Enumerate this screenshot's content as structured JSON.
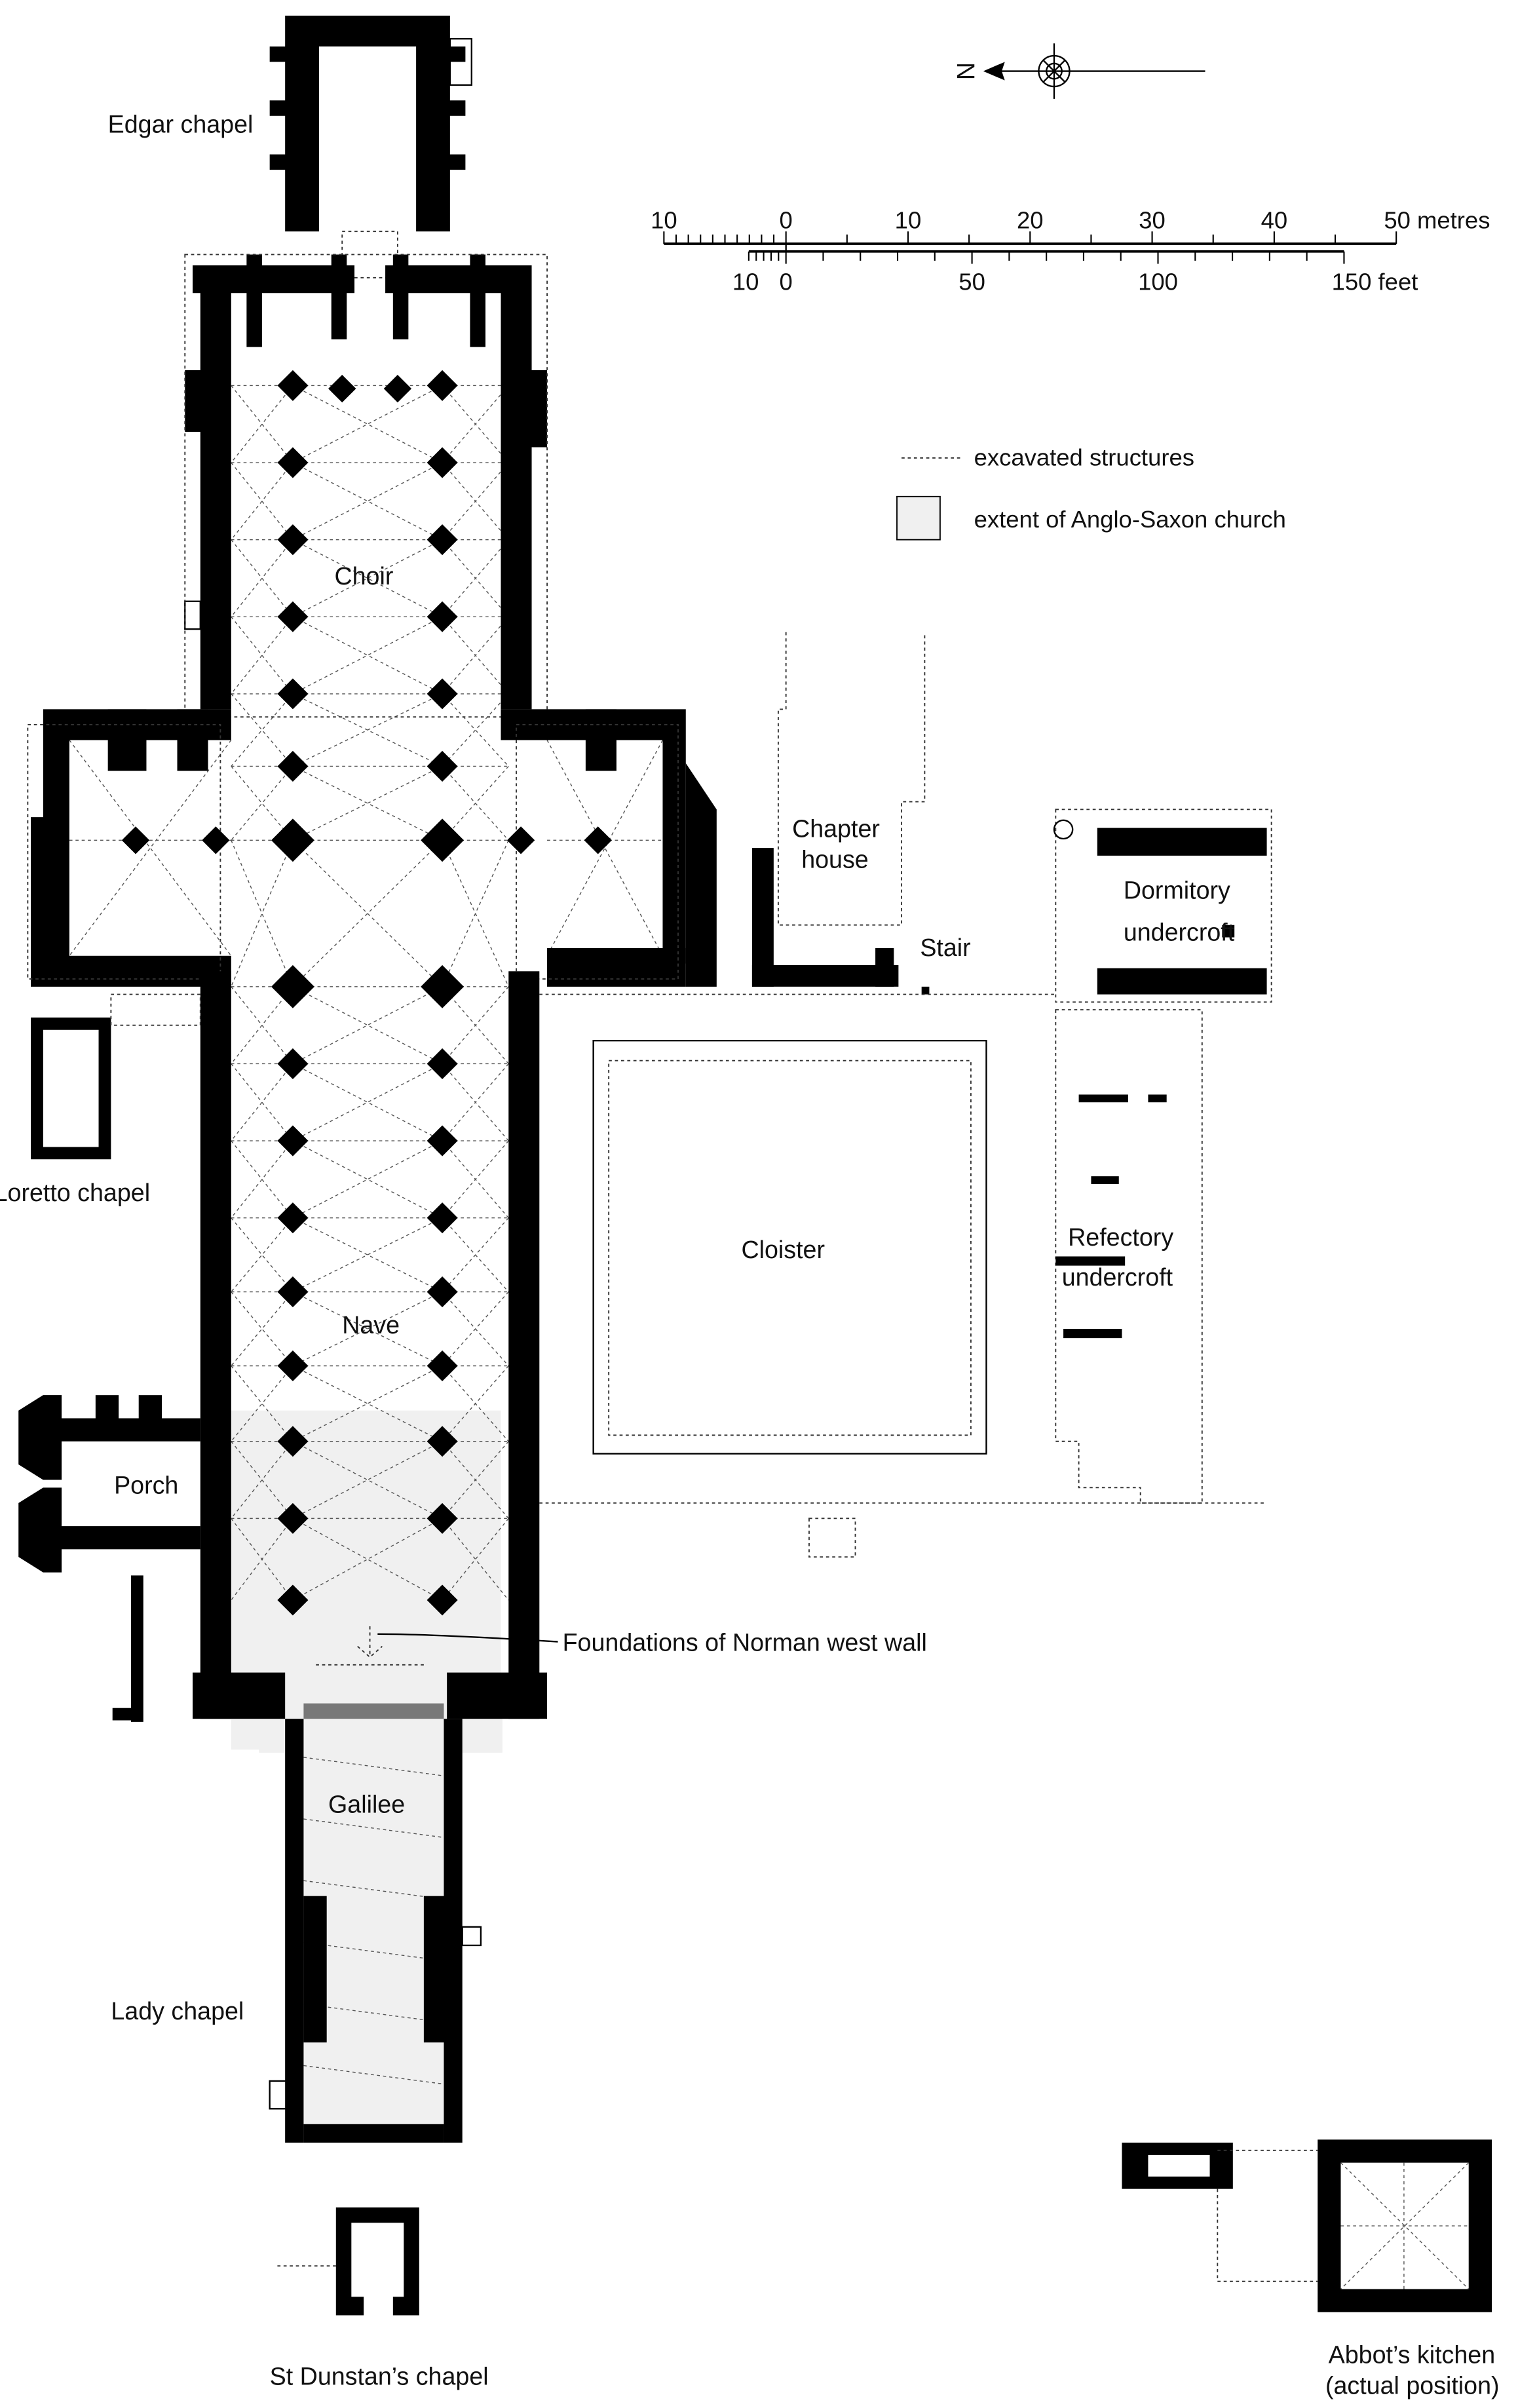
{
  "labels": {
    "edgar_chapel": "Edgar chapel",
    "choir": "Choir",
    "chapter_house_1": "Chapter",
    "chapter_house_2": "house",
    "stair": "Stair",
    "dormitory_1": "Dormitory",
    "dormitory_2": "undercroft",
    "loretto_chapel": "Loretto chapel",
    "cloister": "Cloister",
    "refectory_1": "Refectory",
    "refectory_2": "undercroft",
    "nave": "Nave",
    "porch": "Porch",
    "norman_wall": "Foundations of Norman west wall",
    "galilee": "Galilee",
    "lady_chapel": "Lady chapel",
    "st_dunstan": "St Dunstan’s chapel",
    "abbots_kitchen_1": "Abbot’s kitchen",
    "abbots_kitchen_2": "(actual position)"
  },
  "legend": {
    "excavated": "excavated structures",
    "anglo_saxon": "extent of Anglo-Saxon church",
    "anglo_saxon_color": "#f0f0f0"
  },
  "north": {
    "label": "N"
  },
  "scale": {
    "metres": {
      "ticks": [
        -10,
        0,
        10,
        20,
        30,
        40,
        50
      ],
      "labels": [
        "10",
        "0",
        "10",
        "20",
        "30",
        "40",
        "50 metres"
      ]
    },
    "feet": {
      "ticks": [
        -10,
        0,
        50,
        100,
        150
      ],
      "labels": [
        "10",
        "0",
        "50",
        "100",
        "150 feet"
      ]
    }
  }
}
